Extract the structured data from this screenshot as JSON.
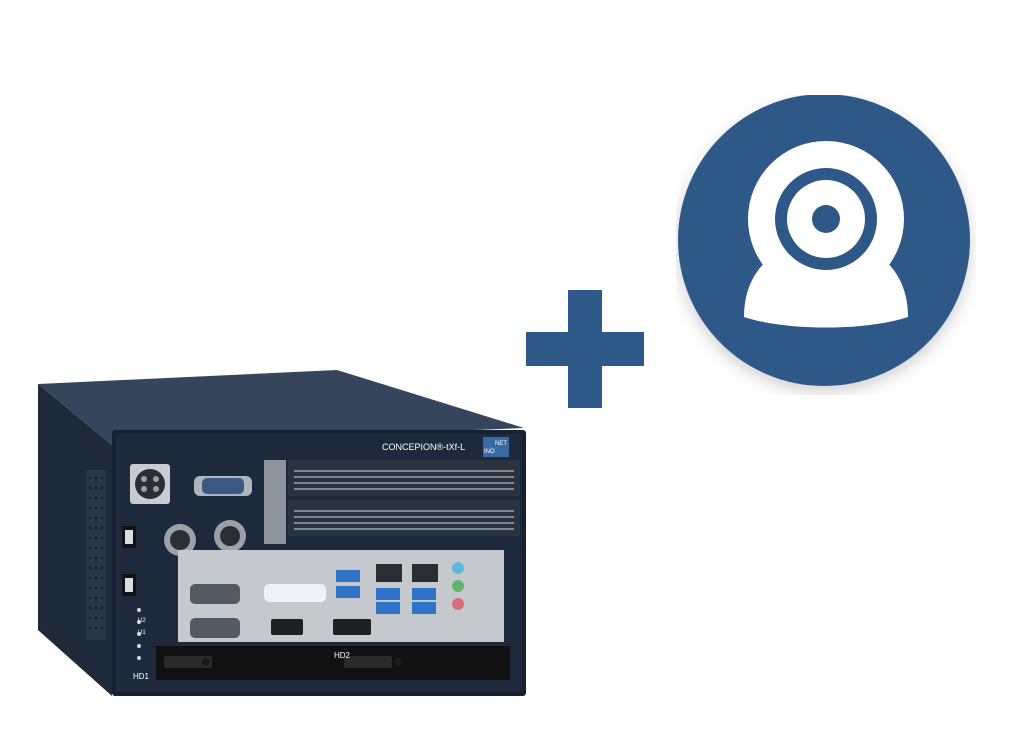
{
  "scene": {
    "background_color": "#ffffff",
    "accent_color": "#2e5888"
  },
  "device": {
    "brand_label": "CONCEPION®-tXf-L",
    "logo_text_left": "INO",
    "logo_text_right": "NET",
    "drive_label_1": "HD1",
    "drive_label_2": "HD2",
    "status_label_u2": "U2",
    "status_label_u1": "U1"
  },
  "icons": {
    "plus": "plus-icon",
    "webcam": "webcam-icon"
  }
}
